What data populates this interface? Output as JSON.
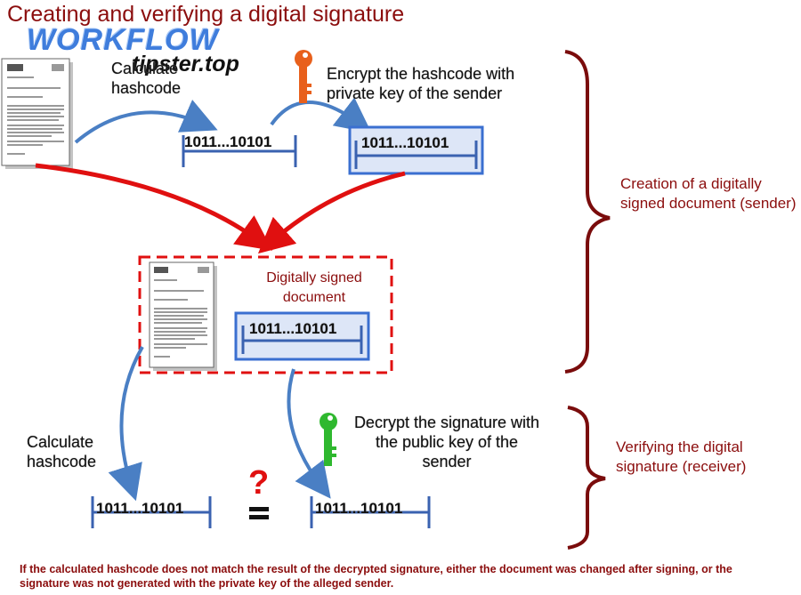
{
  "title": "Creating and verifying a digital signature",
  "watermark": {
    "line1": "WORKFLOW",
    "line2": "tipster.top"
  },
  "labels": {
    "calculate_top": "Calculate hashcode",
    "encrypt": "Encrypt the hashcode with private key of the sender",
    "signed_document": "Digitally signed document",
    "calculate_bottom": "Calculate hashcode",
    "decrypt": "Decrypt the signature with the public key of the sender",
    "question_mark": "?"
  },
  "hash_values": {
    "computed_top": "1011...10101",
    "encrypted_top": "1011...10101",
    "in_document": "1011...10101",
    "computed_bottom": "1011...10101",
    "decrypted_bottom": "1011...10101"
  },
  "sections": {
    "creation": "Creation of a digitally signed document (sender)",
    "verifying": "Verifying the digital signature (receiver)"
  },
  "footer": "If the calculated hashcode does not match the result of the decrypted signature, either the document was changed after signing, or the signature was not generated with the private key of the alleged sender.",
  "colors": {
    "title": "#8b0d0d",
    "red_arrow": "#e01010",
    "blue_arrow": "#4a7fc4",
    "hash_bar": "#3a62b0",
    "box_fill": "#dde6f7",
    "private_key": "#e8601c",
    "public_key": "#2fb82f"
  },
  "icons": [
    "document-icon",
    "signed-document-icon",
    "private-key-icon",
    "public-key-icon",
    "question-icon",
    "equals-icon"
  ]
}
